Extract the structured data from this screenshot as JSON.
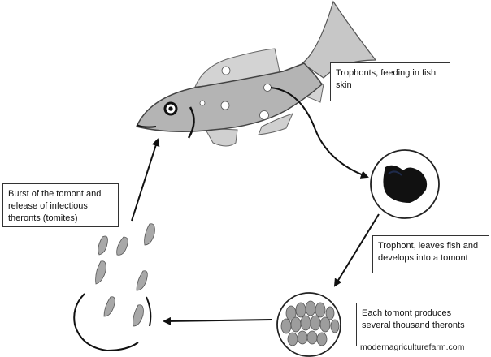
{
  "labels": {
    "trophonts": "Trophonts, feeding in fish skin",
    "burst": "Burst of the tomont and release of infectious theronts (tomites)",
    "leaves": "Trophont, leaves fish and develops into a tomont",
    "produces": "Each tomont produces several thousand theronts"
  },
  "watermark": "modernagriculturefarm.com",
  "colors": {
    "fish_body": "#b4b4b4",
    "fin": "#cfcfcf",
    "tail": "#c7c7c7",
    "outline": "#444444",
    "spot": "#ffffff",
    "trophont_blob": "#111111",
    "theront": "#a8a8a8",
    "arrow": "#111111"
  }
}
